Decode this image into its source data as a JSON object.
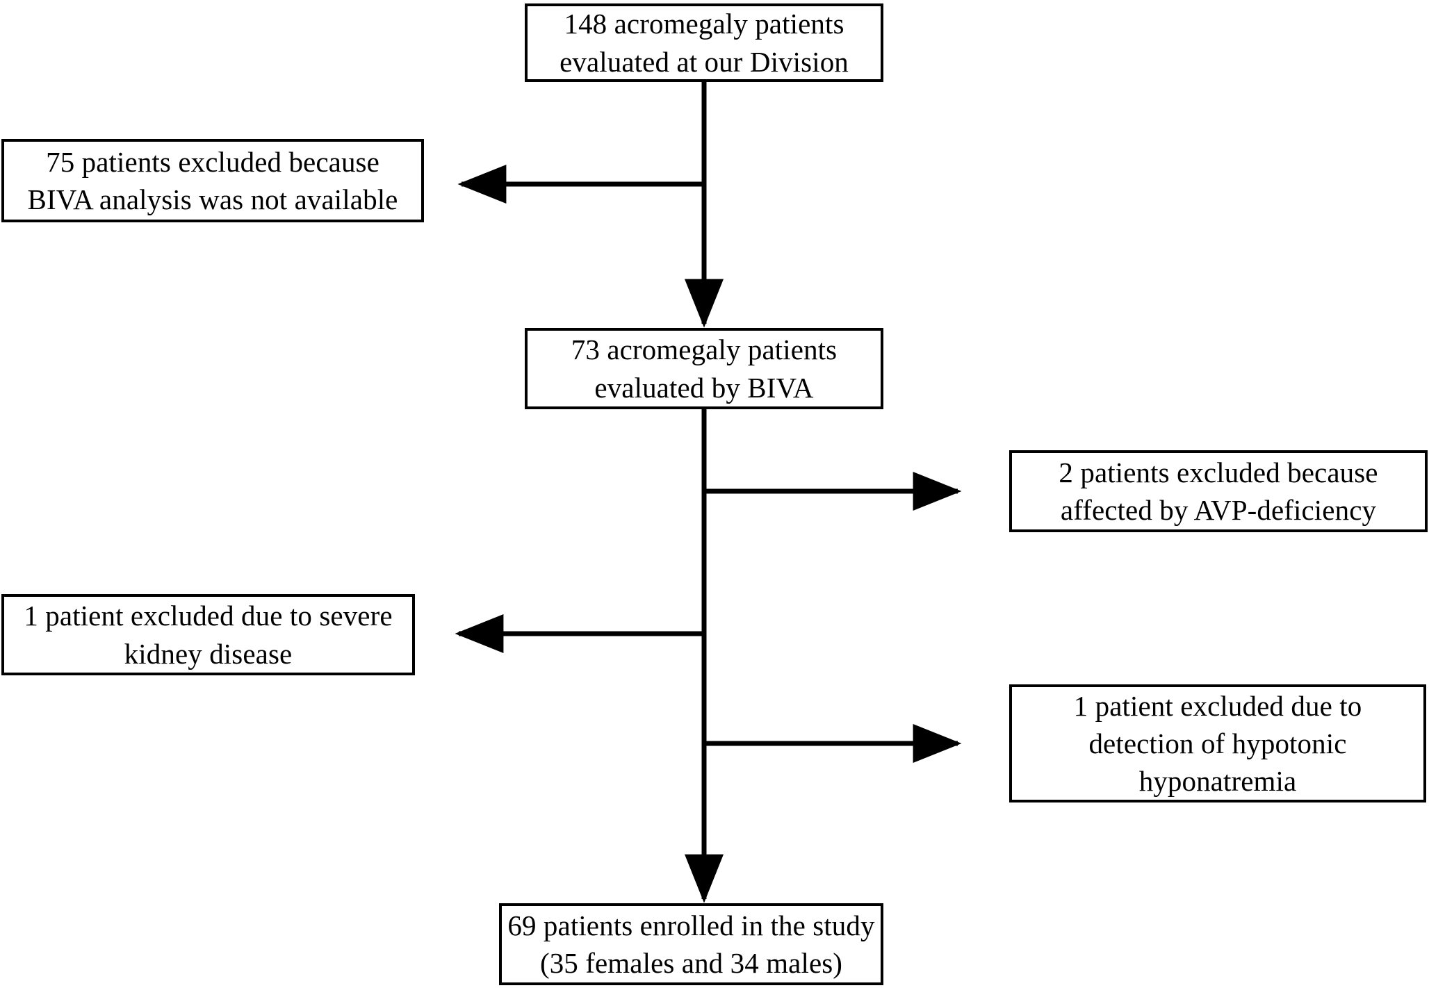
{
  "chart_data": {
    "type": "diagram",
    "title": "Patient enrollment flow diagram",
    "diagram_kind": "flowchart",
    "nodes": [
      {
        "id": "top",
        "lines": [
          "148 acromegaly patients",
          "evaluated at our Division"
        ],
        "count": 148,
        "role": "screened"
      },
      {
        "id": "excl-biva",
        "lines": [
          "75 patients excluded because",
          "BIVA analysis was not available"
        ],
        "count": 75,
        "role": "excluded"
      },
      {
        "id": "biva",
        "lines": [
          "73 acromegaly patients",
          "evaluated by BIVA"
        ],
        "count": 73,
        "role": "assessed"
      },
      {
        "id": "excl-avp",
        "lines": [
          "2 patients excluded because",
          "affected by AVP-deficiency"
        ],
        "count": 2,
        "role": "excluded"
      },
      {
        "id": "excl-kidney",
        "lines": [
          "1 patient excluded due to severe",
          "kidney disease"
        ],
        "count": 1,
        "role": "excluded"
      },
      {
        "id": "excl-hypo",
        "lines": [
          "1 patient excluded due to",
          "detection of hypotonic",
          "hyponatremia"
        ],
        "count": 1,
        "role": "excluded"
      },
      {
        "id": "final",
        "lines": [
          "69 patients enrolled in the study",
          "(35 females and 34 males)"
        ],
        "count": 69,
        "role": "enrolled",
        "females": 35,
        "males": 34
      }
    ],
    "edges": [
      {
        "from": "top",
        "to": "excl-biva",
        "direction": "left"
      },
      {
        "from": "top",
        "to": "biva",
        "direction": "down"
      },
      {
        "from": "biva",
        "to": "excl-avp",
        "direction": "right"
      },
      {
        "from": "biva",
        "to": "excl-kidney",
        "direction": "left"
      },
      {
        "from": "biva",
        "to": "excl-hypo",
        "direction": "right"
      },
      {
        "from": "biva",
        "to": "final",
        "direction": "down"
      }
    ],
    "colors": {
      "stroke": "#000000",
      "background": "#ffffff",
      "text": "#000000"
    }
  },
  "nodes": {
    "top": {
      "line1": "148 acromegaly patients",
      "line2": "evaluated at our Division"
    },
    "excl_biva": {
      "line1": "75 patients excluded because",
      "line2": "BIVA analysis was not available"
    },
    "biva": {
      "line1": "73 acromegaly patients",
      "line2": "evaluated by BIVA"
    },
    "excl_avp": {
      "line1": "2 patients excluded because",
      "line2": "affected by AVP-deficiency"
    },
    "excl_kidney": {
      "line1": "1 patient excluded due to severe",
      "line2": "kidney disease"
    },
    "excl_hypo": {
      "line1": "1 patient excluded due to",
      "line2": "detection of hypotonic",
      "line3": "hyponatremia"
    },
    "final": {
      "line1": "69 patients enrolled in the study",
      "line2": "(35 females and 34 males)"
    }
  }
}
